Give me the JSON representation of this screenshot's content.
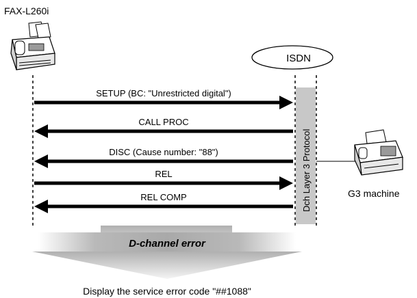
{
  "left_device": {
    "label": "FAX-L260i",
    "icon": "fax-machine-icon"
  },
  "network": {
    "label": "ISDN"
  },
  "protocol_bar": {
    "label": "Dch Layer 3 Protocol",
    "color": "#c8c8c8"
  },
  "right_device": {
    "label": "G3 machine",
    "icon": "fax-machine-icon"
  },
  "messages": [
    {
      "label": "SETUP (BC: \"Unrestricted digital\")",
      "direction": "right"
    },
    {
      "label": "CALL PROC",
      "direction": "left"
    },
    {
      "label": "DISC (Cause number: \"88\")",
      "direction": "left"
    },
    {
      "label": "REL",
      "direction": "right"
    },
    {
      "label": "REL COMP",
      "direction": "left"
    }
  ],
  "error_banner": {
    "label": "D-channel error",
    "color": "#b4b4b4"
  },
  "result": {
    "label": "Display the service error code \"##1088\""
  }
}
